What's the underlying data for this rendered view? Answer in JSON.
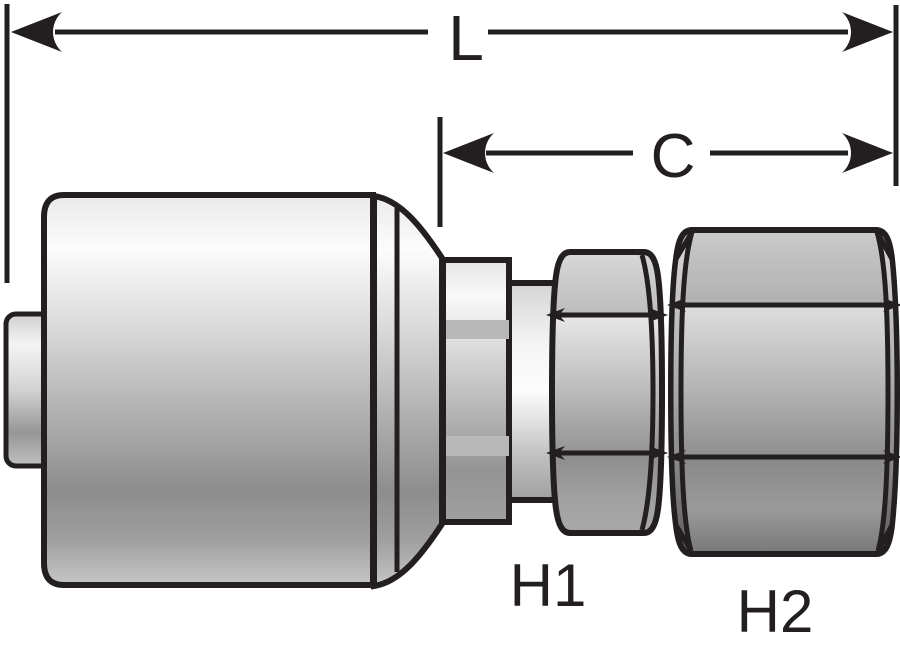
{
  "figure": {
    "kind": "technical-dimension-diagram",
    "labels": {
      "overall_length": "L",
      "cutoff_length": "C",
      "hex1": "H1",
      "hex2": "H2"
    },
    "colors": {
      "background": "#ffffff",
      "ink": "#231f20",
      "metal_highlight": "#fbfbfb",
      "metal_light": "#d8d8d8",
      "metal_mid": "#a8a8a8",
      "metal_dark": "#7c7c7c",
      "reflection_band": "#b8b8b8"
    }
  }
}
